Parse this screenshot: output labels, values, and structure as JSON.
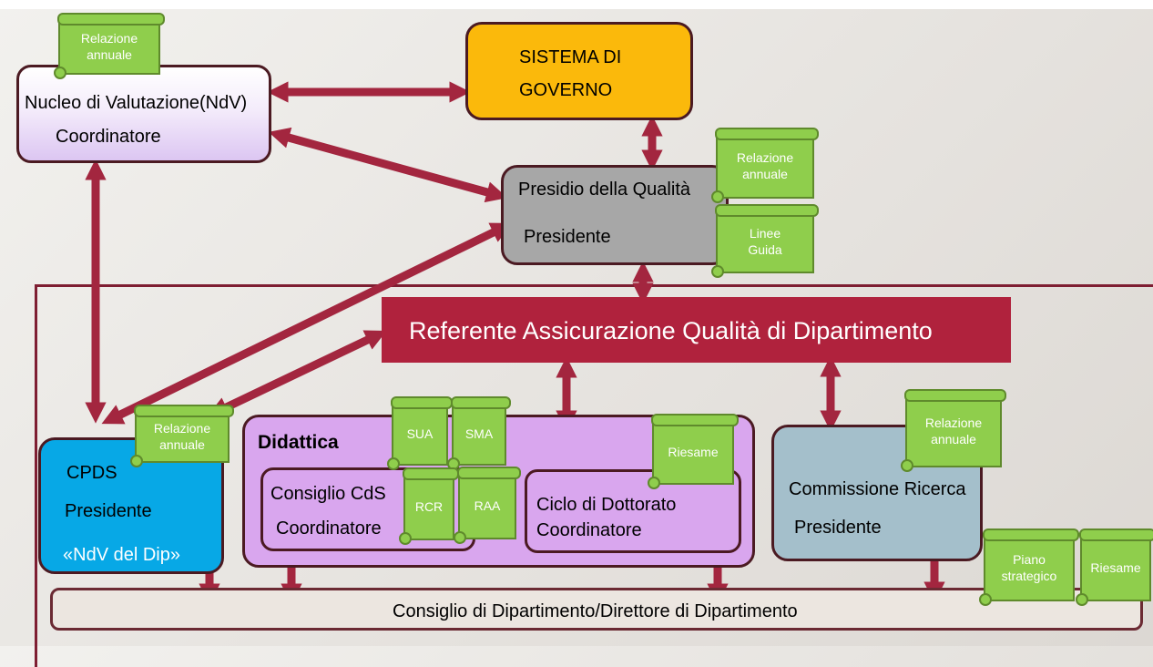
{
  "nodes": {
    "ndv": {
      "title": "Nucleo di Valutazione(NdV)",
      "role": "Coordinatore"
    },
    "sistema": {
      "line1": "SISTEMA DI",
      "line2": "GOVERNO"
    },
    "presidio": {
      "title": "Presidio della Qualità",
      "role": "Presidente"
    },
    "referente": {
      "title": "Referente Assicurazione Qualità di Dipartimento"
    },
    "cpds": {
      "title": "CPDS",
      "role": "Presidente",
      "note": "«NdV del Dip»"
    },
    "didattica": {
      "title": "Didattica"
    },
    "cds": {
      "title": "Consiglio CdS",
      "role": "Coordinatore"
    },
    "dottorato": {
      "title": "Ciclo di Dottorato",
      "role": "Coordinatore"
    },
    "ricerca": {
      "title": "Commissione Ricerca",
      "role": "Presidente"
    },
    "consiglio": {
      "title": "Consiglio di Dipartimento/Direttore di Dipartimento"
    }
  },
  "documents": {
    "ndv_relazione": {
      "line1": "Relazione",
      "line2": "annuale"
    },
    "presidio_relazione": {
      "line1": "Relazione",
      "line2": "annuale"
    },
    "presidio_linee": {
      "line1": "Linee",
      "line2": "Guida"
    },
    "cpds_relazione": {
      "line1": "Relazione",
      "line2": "annuale"
    },
    "sua": {
      "line1": "SUA"
    },
    "sma": {
      "line1": "SMA"
    },
    "rcr": {
      "line1": "RCR"
    },
    "raa": {
      "line1": "RAA"
    },
    "dottorato_riesame": {
      "line1": "Riesame"
    },
    "ricerca_relazione": {
      "line1": "Relazione",
      "line2": "annuale"
    },
    "piano": {
      "line1": "Piano",
      "line2": "strategico"
    },
    "ricerca_riesame": {
      "line1": "Riesame"
    }
  },
  "colors": {
    "arrow": "#a3263f",
    "referente": "#b0223d",
    "sistema": "#fbb90b",
    "presidio": "#a7a7a7",
    "cpds": "#07a8e6",
    "didattica": "#d9a6ee",
    "ricerca": "#a4bfcb",
    "document": "#8fce4c"
  }
}
